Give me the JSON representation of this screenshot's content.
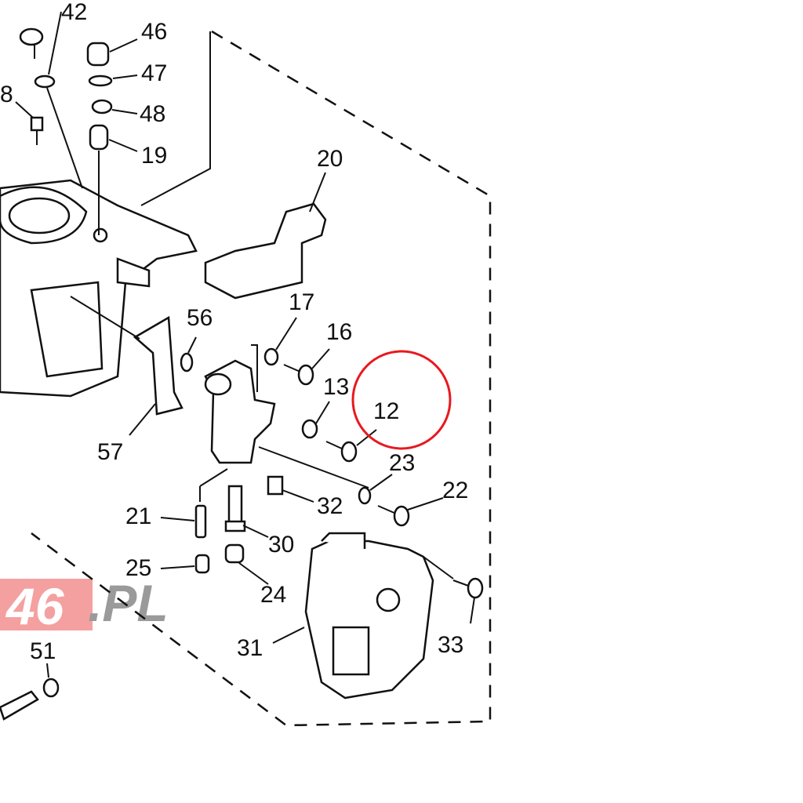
{
  "diagram": {
    "labels": {
      "l42": "42",
      "l46": "46",
      "l47": "47",
      "l8": "8",
      "l48": "48",
      "l19": "19",
      "l20": "20",
      "l17": "17",
      "l16": "16",
      "l56": "56",
      "l13": "13",
      "l12": "12",
      "l57": "57",
      "l23": "23",
      "l22": "22",
      "l21": "21",
      "l32": "32",
      "l30": "30",
      "l25": "25",
      "l24": "24",
      "l31": "31",
      "l33": "33",
      "l51": "51"
    },
    "highlighted_part": "12",
    "highlight_color": "#e8191e",
    "watermark": {
      "left": "46",
      "right": ".PL",
      "left_color": "#f08080",
      "right_color": "#999999"
    }
  }
}
